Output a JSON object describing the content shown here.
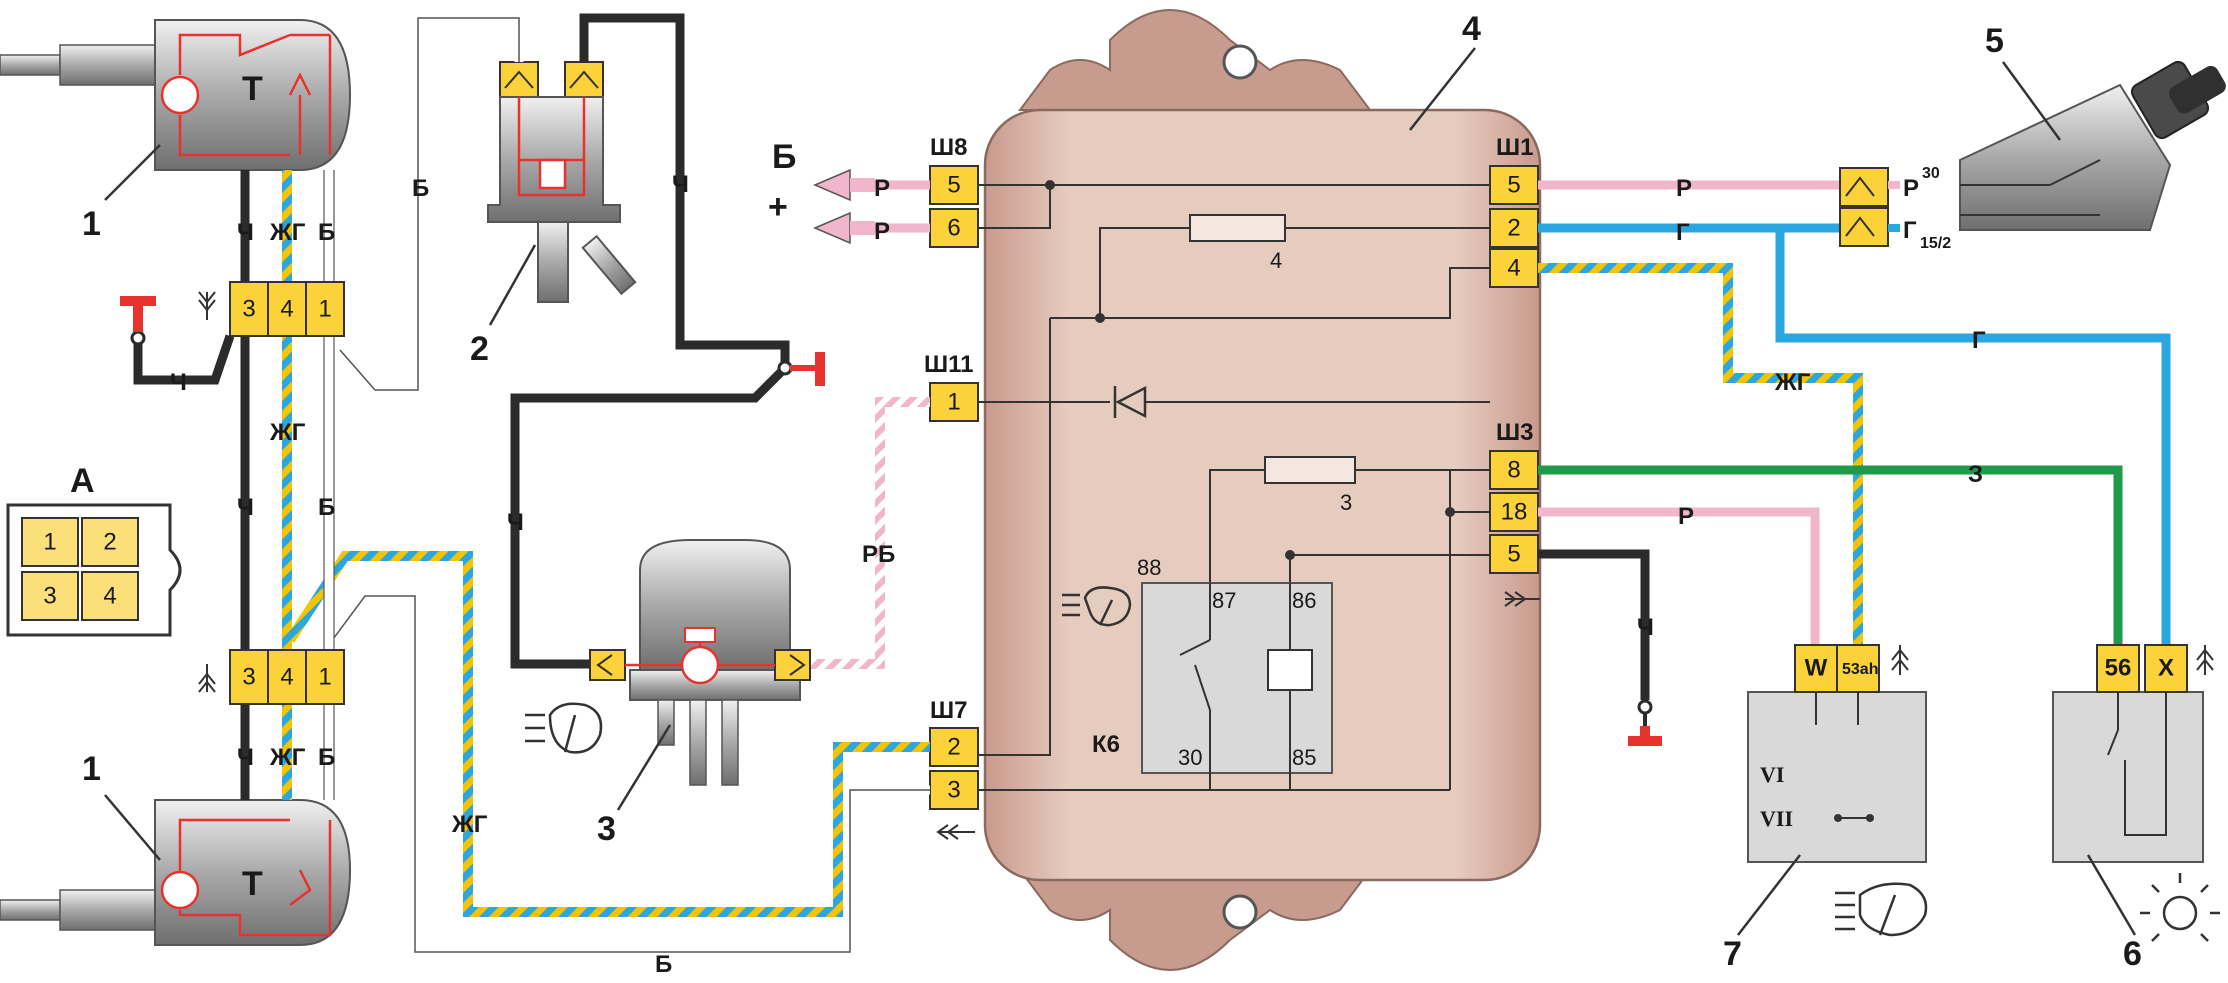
{
  "components": {
    "n1_top": "1",
    "n1_bottom": "1",
    "n2": "2",
    "n3": "3",
    "n4": "4",
    "n5": "5",
    "n6": "6",
    "n7": "7",
    "headlamp_letter_top": "Т",
    "headlamp_letter_bottom": "Т",
    "A": "А",
    "K6": "К6"
  },
  "connector_A": {
    "pins": [
      "1",
      "2",
      "3",
      "4"
    ]
  },
  "connectors": {
    "sh8": {
      "label": "Ш8",
      "pins": [
        "5",
        "6"
      ]
    },
    "sh1": {
      "label": "Ш1",
      "pins": [
        "5",
        "2",
        "4"
      ]
    },
    "sh11": {
      "label": "Ш11",
      "pins": [
        "1"
      ]
    },
    "sh3": {
      "label": "Ш3",
      "pins": [
        "8",
        "18",
        "5"
      ]
    },
    "sh7": {
      "label": "Ш7",
      "pins": [
        "2",
        "3"
      ]
    },
    "top_block": {
      "pins": [
        "3",
        "4",
        "1"
      ]
    },
    "bottom_block": {
      "pins": [
        "3",
        "4",
        "1"
      ]
    },
    "block7": {
      "pins": [
        "W",
        "53ah"
      ]
    },
    "block6": {
      "pins": [
        "56",
        "X"
      ]
    }
  },
  "wire_labels": {
    "ch_top": "Ч",
    "zhg_top": "ЖГ",
    "b_top": "Б",
    "ch_ground": "Ч",
    "b_n2": "Б",
    "ch_n2": "Ч",
    "zhg_mid": "ЖГ",
    "ch_mid": "Ч",
    "b_mid": "Б",
    "ch_left": "Ч",
    "rb": "РБ",
    "ch_bot": "Ч",
    "zhg_bot": "ЖГ",
    "b_bot": "Б",
    "zhg_loop": "ЖГ",
    "b_loop": "Б",
    "r1": "Р",
    "r2": "Р",
    "r_sh1": "Р",
    "g_sh1": "Г",
    "zhg_right": "ЖГ",
    "g_right": "Г",
    "z_green": "З",
    "r_pink": "Р",
    "ch_gnd_right": "Ч",
    "r_sw": "Р",
    "g_sw": "Г"
  },
  "battery": {
    "letter": "Б",
    "sign": "+"
  },
  "switch5_terms": {
    "t30": "30",
    "t15": "15/2"
  },
  "fuses": {
    "f4": "4",
    "f3": "3"
  },
  "relay": {
    "p88": "88",
    "p87": "87",
    "p86": "86",
    "p30": "30",
    "p85": "85"
  },
  "switch7": {
    "vi": "VI",
    "vii": "VII"
  },
  "colors": {
    "pink": "#f2b6cc",
    "blue": "#2aa6e0",
    "yellow": "#f5c400",
    "green": "#1f9a4a",
    "black": "#2b2b2b",
    "red": "#e8322d",
    "connector": "#fbd23a",
    "body": "#e4c7ba",
    "grey": "#d9d9d9"
  }
}
